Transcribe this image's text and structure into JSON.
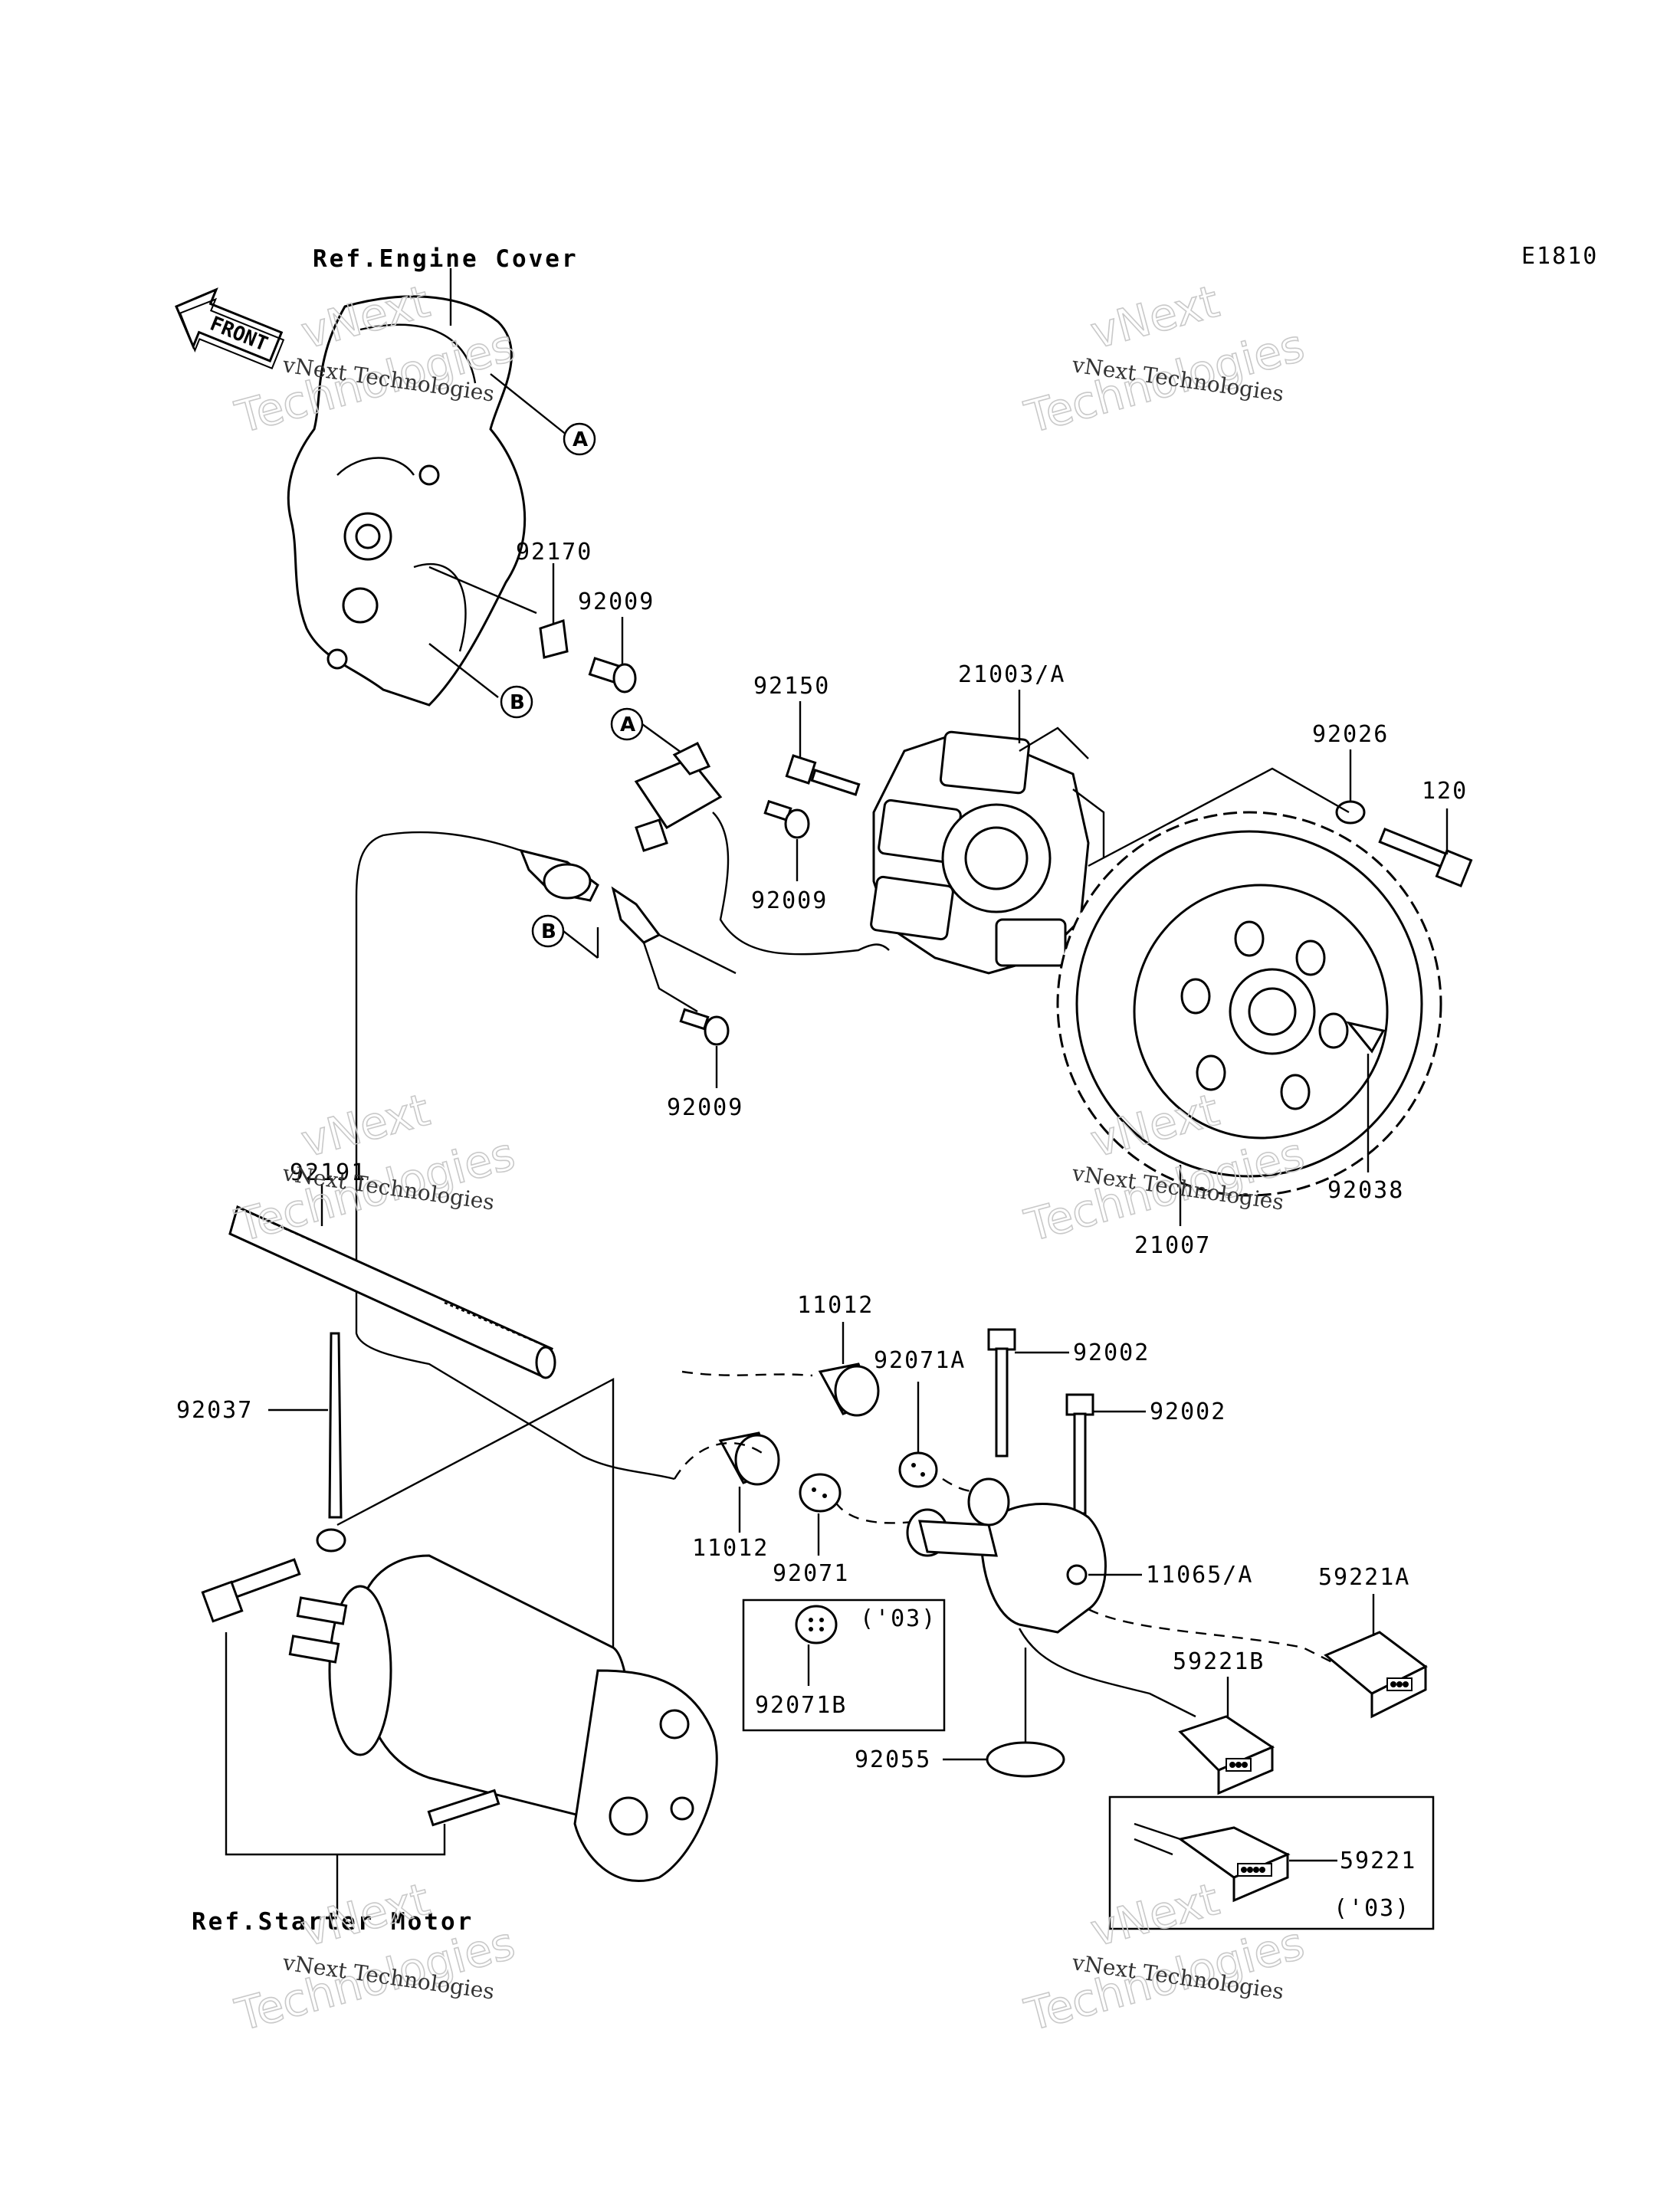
{
  "diagram": {
    "code": "E1810",
    "front_label": "FRONT",
    "refs": {
      "engine_cover": "Ref.Engine Cover",
      "starter_motor": "Ref.Starter Motor"
    },
    "callouts": {
      "a": "A",
      "b": "B"
    },
    "part_numbers": {
      "p92170": "92170",
      "p92009_top": "92009",
      "p92150": "92150",
      "p21003a": "21003/A",
      "p92026": "92026",
      "p120": "120",
      "p92009_mid": "92009",
      "p92009_low": "92009",
      "p92038": "92038",
      "p21007": "21007",
      "p92191": "92191",
      "p11012_top": "11012",
      "p92071a": "92071A",
      "p92002_a": "92002",
      "p92002_b": "92002",
      "p92037": "92037",
      "p11012_low": "11012",
      "p92071": "92071",
      "p11065a": "11065/A",
      "p59221a": "59221A",
      "p92071b": "92071B",
      "p59221b": "59221B",
      "p92055": "92055",
      "p59221": "59221"
    },
    "variant_notes": {
      "box_left": "('03)",
      "box_right": "('03)"
    },
    "watermark": {
      "company": "vNext Technologies",
      "line1": "vNext",
      "line2": "Technologies"
    }
  }
}
